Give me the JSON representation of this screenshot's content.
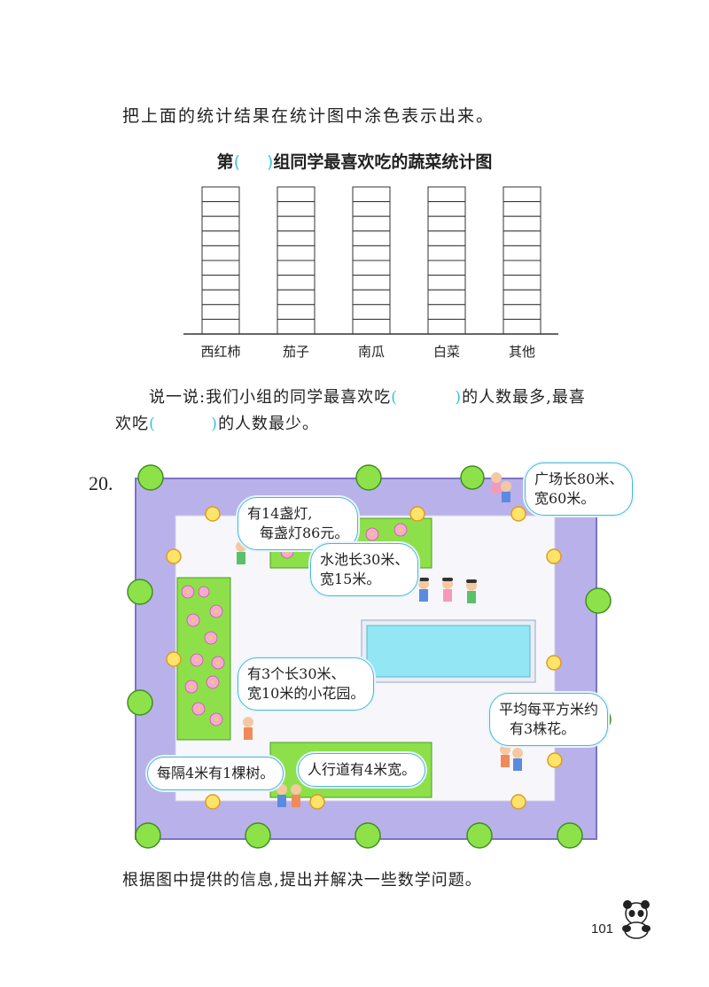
{
  "instruction": "把上面的统计结果在统计图中涂色表示出来。",
  "chart_data": {
    "type": "bar",
    "title_prefix": "第",
    "title_suffix": "组同学最喜欢吃的蔬菜统计图",
    "categories": [
      "西红柿",
      "茄子",
      "南瓜",
      "白菜",
      "其他"
    ],
    "values": [
      0,
      0,
      0,
      0,
      0
    ],
    "cells_per_column": 10
  },
  "say": {
    "label": "说一说:",
    "part1": "我们小组的同学最喜欢吃",
    "part2": "的人数最多,最喜",
    "part3": "欢吃",
    "part4": "的人数最少。"
  },
  "question": {
    "number": "20.",
    "bubbles": {
      "lamps_1": "有14盏灯,",
      "lamps_2": "每盏灯86元。",
      "square_1": "广场长80米、",
      "square_2": "宽60米。",
      "pool_1": "水池长30米、",
      "pool_2": "宽15米。",
      "gardens_1": "有3个长30米、",
      "gardens_2": "宽10米的小花园。",
      "flowers_1": "平均每平方米约",
      "flowers_2": "有3株花。",
      "trees": "每隔4米有1棵树。",
      "sidewalk": "人行道有4米宽。"
    },
    "prompt": "根据图中提供的信息,提出并解决一些数学问题。"
  },
  "page_number": "101",
  "colors": {
    "sidewalk": "#b9b1ea",
    "garden": "#8ee04a",
    "pool": "#93e6f3",
    "paren": "#39c6dc",
    "bubble_border": "#4bb5d8"
  }
}
